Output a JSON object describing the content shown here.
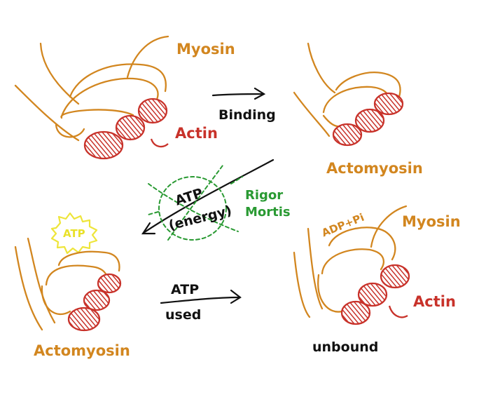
{
  "labels": {
    "myosin_top": "Myosin",
    "actin_top": "Actin",
    "binding": "Binding",
    "actomyosin_top": "Actomyosin",
    "rigor_line1": "Rigor",
    "rigor_line2": "Mortis",
    "atp_center": "ATP",
    "energy": "(energy)",
    "atp_badge": "ATP",
    "atp_used_line1": "ATP",
    "atp_used_line2": "used",
    "actomyosin_bottom": "Actomyosin",
    "adp_pi": "ADP+Pi",
    "myosin_bottom": "Myosin",
    "actin_bottom": "Actin",
    "unbound": "unbound"
  },
  "colors": {
    "myosin": "#d2861f",
    "actin": "#c8322a",
    "arrow": "#111111",
    "rigor": "#2a9a33",
    "atp_glow": "#eee53a"
  }
}
